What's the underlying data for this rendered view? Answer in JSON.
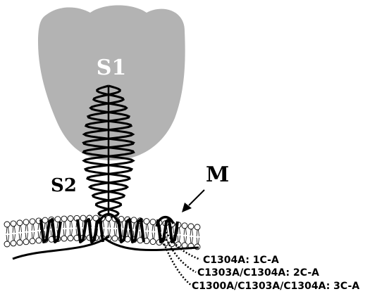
{
  "labels": {
    "s1": "S1",
    "s2": "S2",
    "m": "M"
  },
  "mutants": [
    {
      "label": "C1304A: 1C-A"
    },
    {
      "label": "C1303A/C1304A: 2C-A"
    },
    {
      "label": "C1300A/C1303A/C1304A: 3C-A"
    }
  ],
  "colors": {
    "s1_fill": "#b3b3b3",
    "s1_label": "#ffffff",
    "stroke": "#000000",
    "background": "#ffffff"
  }
}
